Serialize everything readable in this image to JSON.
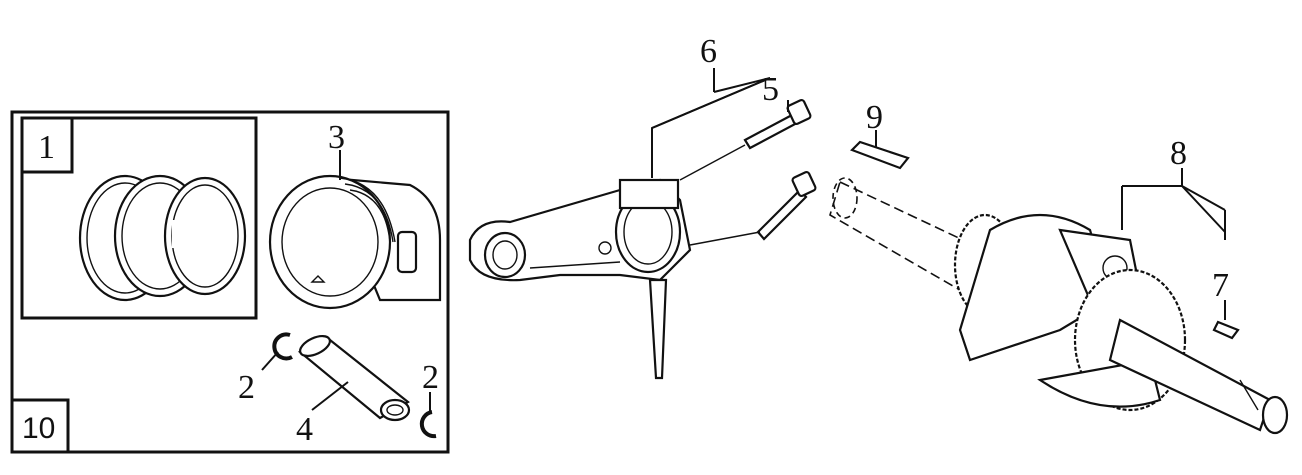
{
  "diagram": {
    "kit_label": "10",
    "labels": {
      "piston_rings": "1",
      "piston": "3",
      "clip_left": "2",
      "piston_pin": "4",
      "clip_right": "2",
      "connecting_rod_assy": "6",
      "rod_bolt": "5",
      "key_9": "9",
      "crankshaft_assy": "8",
      "key_7": "7"
    }
  }
}
